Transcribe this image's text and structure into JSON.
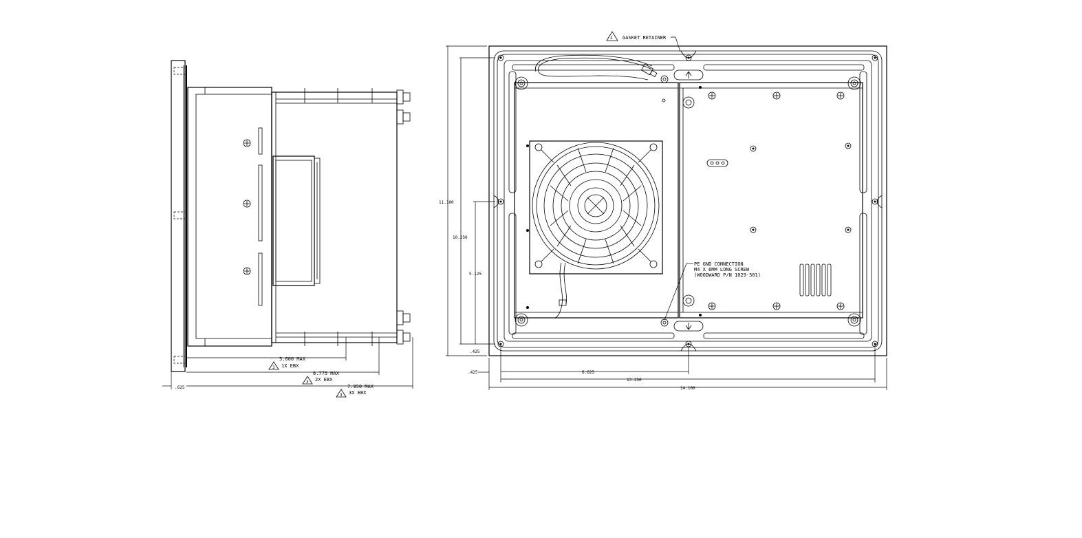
{
  "side_view": {
    "dim_5600": "5.600 MAX",
    "dim_5600_note": "1X EBX",
    "dim_6775": "6.775 MAX",
    "dim_6775_note": "2X EBX",
    "dim_7950": "7.950 MAX",
    "dim_7950_note": "3X EBX",
    "dim_0625": ".625",
    "triangle_note": "3"
  },
  "front_view": {
    "gasket_label": "GASKET RETAINER",
    "gasket_triangle": "2",
    "pe_line1": "PE GND CONNECTION",
    "pe_line2": "M4 X 6MM LONG SCREW",
    "pe_line3": "(WOODWARD P/N 1029-501)",
    "dim_11100": "11.100",
    "dim_10250": "10.250",
    "dim_5125": "5.125",
    "dim_0425_a": ".425",
    "dim_0425_b": ".425",
    "dim_6625": "6.625",
    "dim_13250": "13.250",
    "dim_14100": "14.100"
  }
}
